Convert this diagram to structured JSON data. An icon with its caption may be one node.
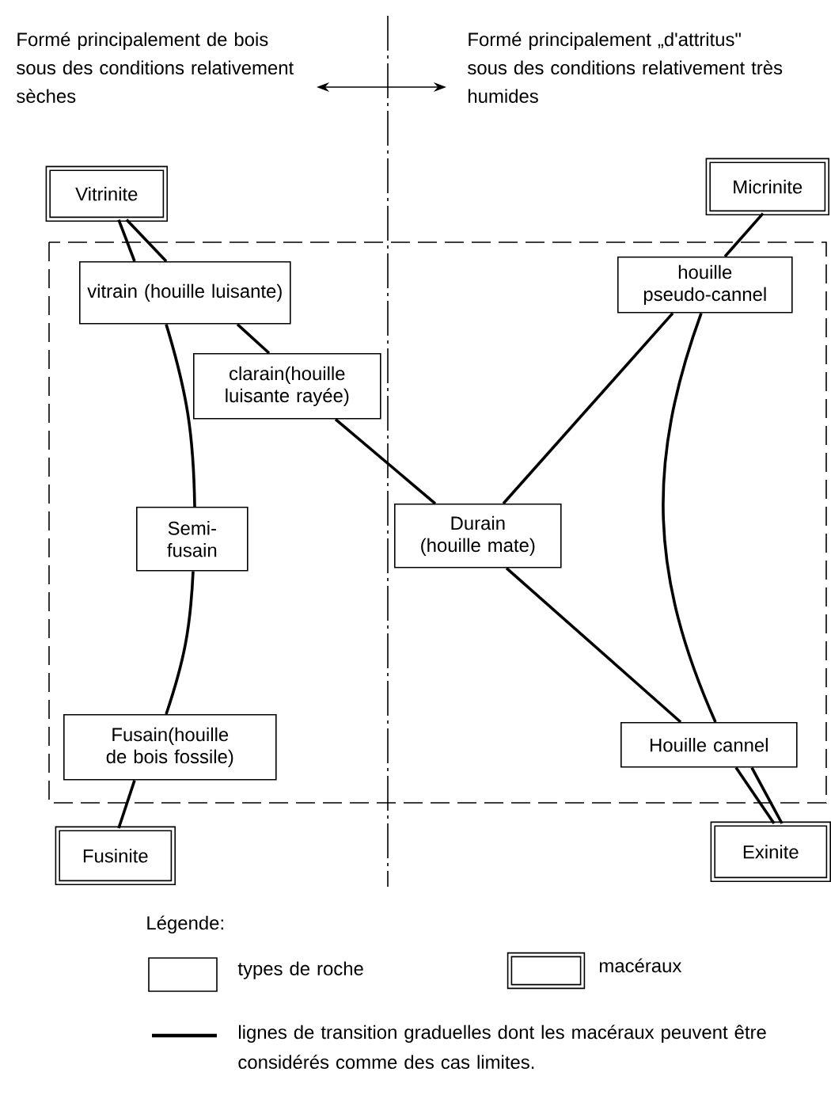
{
  "diagram": {
    "nodes": [
      {
        "text": [
          "Vitrinite"
        ]
      },
      {
        "text": [
          "Micrinite"
        ]
      },
      {
        "text": [
          "vitrain (houille luisante)"
        ]
      },
      {
        "text": [
          "houille pseudo-cannel"
        ]
      },
      {
        "text": [
          "clarain(houille luisante rayée)"
        ]
      },
      {
        "text": [
          "Semi- fusain"
        ]
      },
      {
        "text": [
          "Durain (houille mate)"
        ]
      },
      {
        "text": [
          "Fusain(houille de bois fossile)"
        ]
      },
      {
        "text": [
          "Houille cannel"
        ]
      },
      {
        "text": [
          "Fusinite"
        ]
      },
      {
        "text": [
          "Exinite"
        ]
      }
    ],
    "edges": [
      {
        "from": 0,
        "to": 2,
        "arrow": "none"
      },
      {
        "from": 2,
        "to": 5,
        "arrow": "none"
      },
      {
        "from": 5,
        "to": 7,
        "arrow": "none"
      },
      {
        "from": 7,
        "to": 9,
        "arrow": "none"
      },
      {
        "from": 0,
        "to": 2,
        "arrow": "none"
      },
      {
        "from": 2,
        "to": 4,
        "arrow": "none"
      },
      {
        "from": 4,
        "to": 6,
        "arrow": "none"
      },
      {
        "from": 6,
        "to": 8,
        "arrow": "none"
      },
      {
        "from": 8,
        "to": 10,
        "arrow": "none"
      },
      {
        "from": 1,
        "to": 3,
        "arrow": "none"
      },
      {
        "from": 3,
        "to": 6,
        "arrow": "none"
      },
      {
        "from": 3,
        "to": 8,
        "arrow": "none"
      },
      {
        "from": 8,
        "to": 10,
        "arrow": "none"
      }
    ],
    "labels": [
      "Formé principalement de bois sous des conditions relativement sèches",
      "Formé principalement „d'attritus\" sous des conditions relativement très humides",
      "Légende:"
    ],
    "legend": [
      {
        "text": "types de roche"
      },
      {
        "text": "macéraux"
      },
      {
        "text": "lignes de transition graduelles dont les macéraux peuvent être considérés comme des cas limites."
      }
    ]
  }
}
